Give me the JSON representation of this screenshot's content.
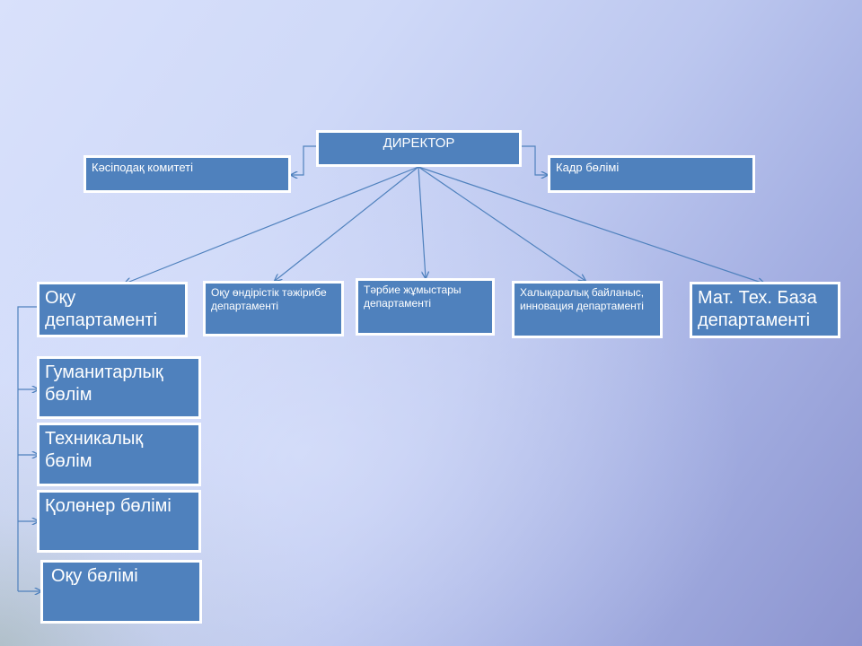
{
  "diagram": {
    "director": "ДИРЕКТОР",
    "union_committee": "Кәсіподақ комитеті",
    "hr_department": "Кадр бөлімі",
    "departments": [
      "Оқу департаменті",
      "Оқу өндірістік тәжірибе департаменті",
      "Тәрбие жұмыстары департаменті",
      "Халықаралық байланыс, инновация департаменті",
      "Мат. Тех. База департаменті"
    ],
    "sub_units": [
      "Гуманитарлық бөлім",
      "Техникалық бөлім",
      "Қолөнер бөлімі",
      "Оқу бөлімі"
    ]
  },
  "colors": {
    "box_fill": "#4f81bd",
    "box_border": "#ffffff",
    "connector": "#4f81bd",
    "text": "#ffffff"
  }
}
